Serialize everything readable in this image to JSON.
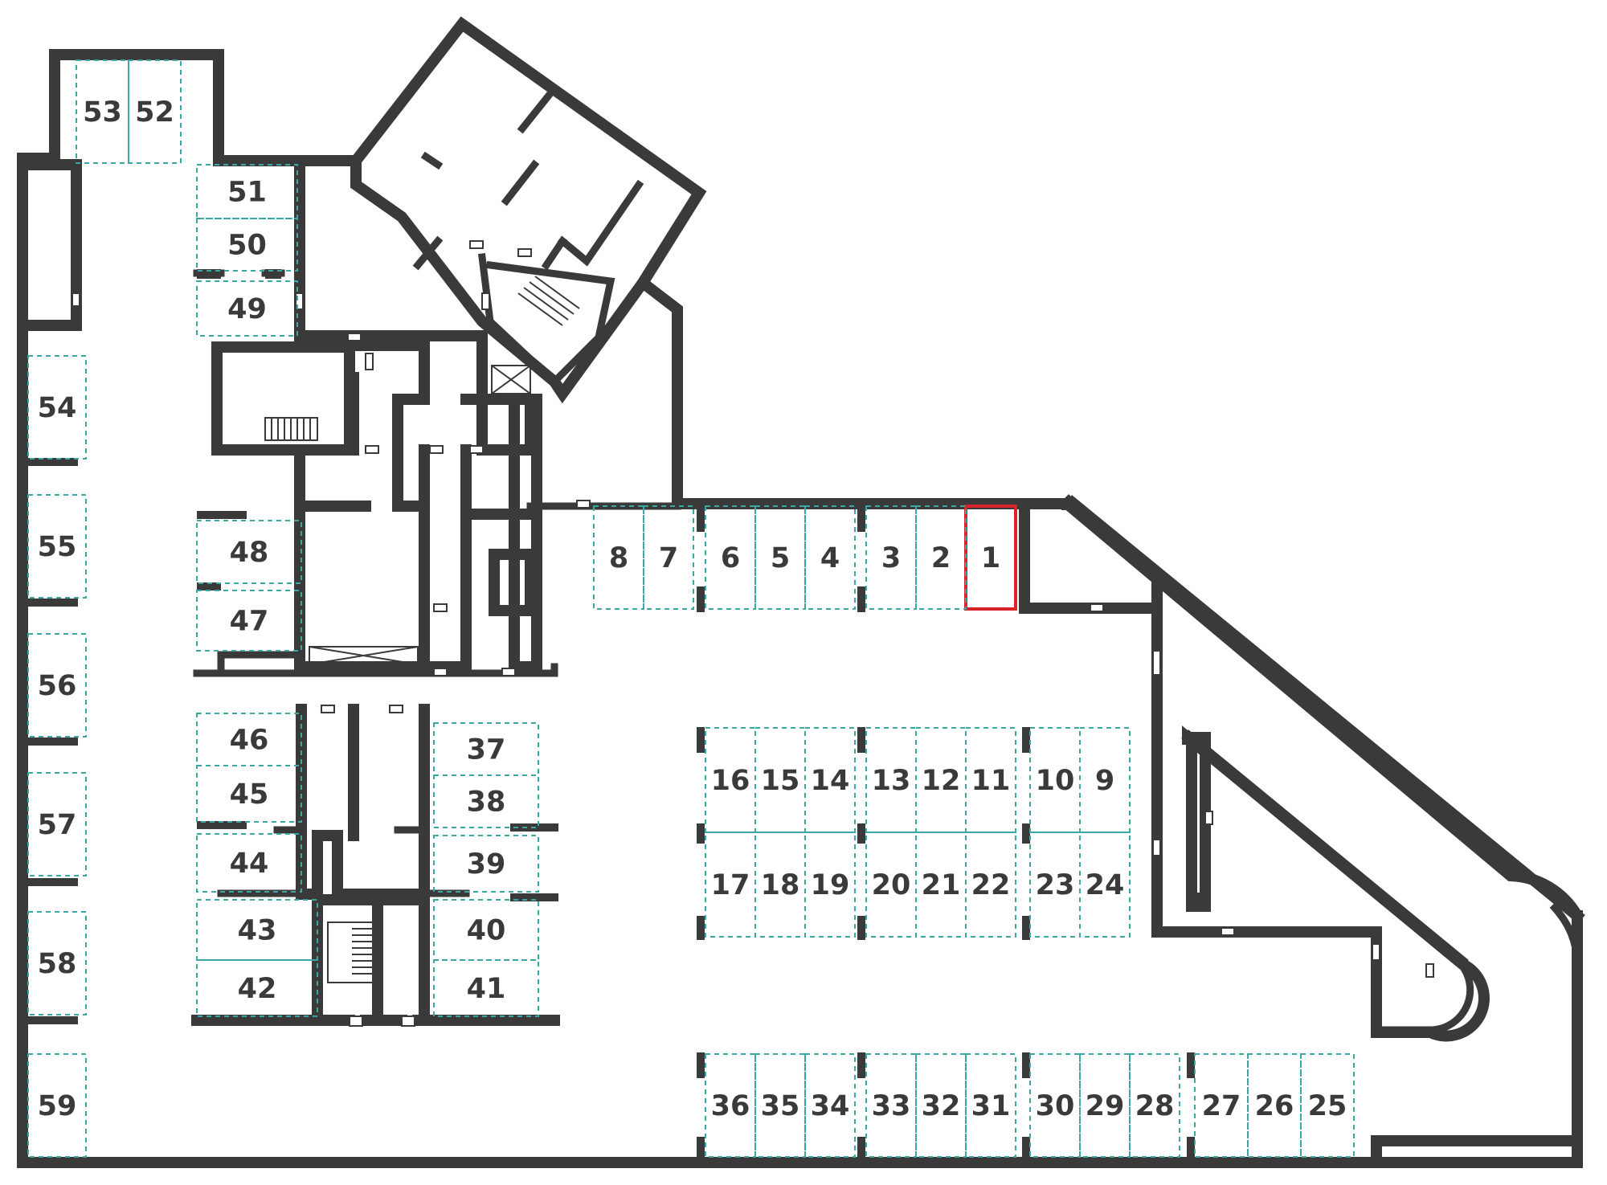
{
  "plan": {
    "accent_color": "#3aa9a6",
    "selected_color": "#d8232a",
    "wall_color": "#3a3a3a",
    "selected_spot": "1",
    "spots": [
      {
        "label": "1"
      },
      {
        "label": "2"
      },
      {
        "label": "3"
      },
      {
        "label": "4"
      },
      {
        "label": "5"
      },
      {
        "label": "6"
      },
      {
        "label": "7"
      },
      {
        "label": "8"
      },
      {
        "label": "9"
      },
      {
        "label": "10"
      },
      {
        "label": "11"
      },
      {
        "label": "12"
      },
      {
        "label": "13"
      },
      {
        "label": "14"
      },
      {
        "label": "15"
      },
      {
        "label": "16"
      },
      {
        "label": "17"
      },
      {
        "label": "18"
      },
      {
        "label": "19"
      },
      {
        "label": "20"
      },
      {
        "label": "21"
      },
      {
        "label": "22"
      },
      {
        "label": "23"
      },
      {
        "label": "24"
      },
      {
        "label": "25"
      },
      {
        "label": "26"
      },
      {
        "label": "27"
      },
      {
        "label": "28"
      },
      {
        "label": "29"
      },
      {
        "label": "30"
      },
      {
        "label": "31"
      },
      {
        "label": "32"
      },
      {
        "label": "33"
      },
      {
        "label": "34"
      },
      {
        "label": "35"
      },
      {
        "label": "36"
      },
      {
        "label": "37"
      },
      {
        "label": "38"
      },
      {
        "label": "39"
      },
      {
        "label": "40"
      },
      {
        "label": "41"
      },
      {
        "label": "42"
      },
      {
        "label": "43"
      },
      {
        "label": "44"
      },
      {
        "label": "45"
      },
      {
        "label": "46"
      },
      {
        "label": "47"
      },
      {
        "label": "48"
      },
      {
        "label": "49"
      },
      {
        "label": "50"
      },
      {
        "label": "51"
      },
      {
        "label": "52"
      },
      {
        "label": "53"
      },
      {
        "label": "54"
      },
      {
        "label": "55"
      },
      {
        "label": "56"
      },
      {
        "label": "57"
      },
      {
        "label": "58"
      },
      {
        "label": "59"
      }
    ]
  }
}
